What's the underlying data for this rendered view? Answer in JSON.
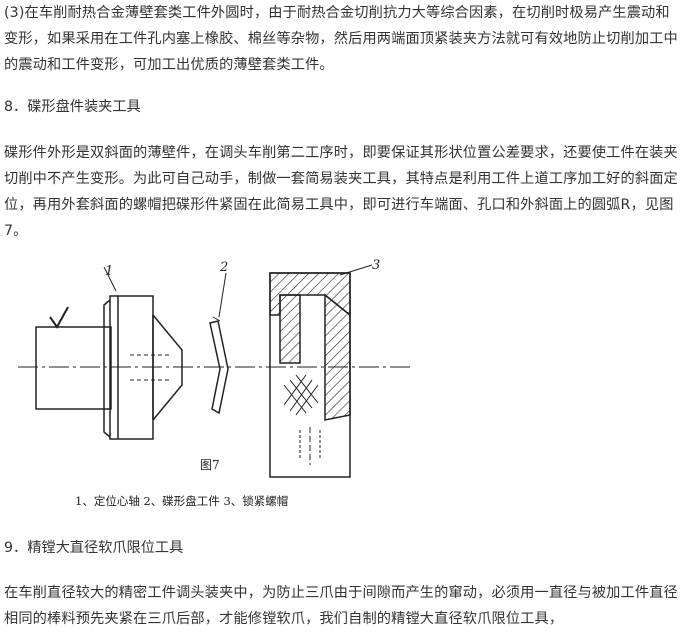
{
  "paragraphs": {
    "p1": "(3)在车削耐热合金薄壁套类工件外圆时，由于耐热合金切削抗力大等综合因素，在切削时极易产生震动和变形，如果采用在工件孔内塞上橡胶、棉丝等杂物，然后用两端面顶紧装夹方法就可有效地防止切削加工中的震动和工件变形，可加工出优质的薄壁套类工件。",
    "h8": "8．碟形盘件装夹工具",
    "p2": "碟形件外形是双斜面的薄壁件，在调头车削第二工序时，即要保证其形状位置公差要求，还要使工件在装夹切削中不产生变形。为此可自己动手，制做一套简易装夹工具，其特点是利用工件上道工序加工好的斜面定位，再用外套斜面的螺帽把碟形件紧固在此简易工具中，即可进行车端面、孔口和外斜面上的圆弧R，见图7。",
    "h9": "9．精镗大直径软爪限位工具",
    "p3": "在车削直径较大的精密工件调头装夹中，为防止三爪由于间隙而产生的窜动，必须用一直径与被加工件直径相同的棒料预先夹紧在三爪后部，才能修镗软爪，我们自制的精镗大直径软爪限位工具，"
  },
  "figure": {
    "label_1": "1",
    "label_2": "2",
    "label_3": "3",
    "title": "图7",
    "legend": "1、定位心轴   2、碟形盘工件   3、锁紧螺帽"
  }
}
